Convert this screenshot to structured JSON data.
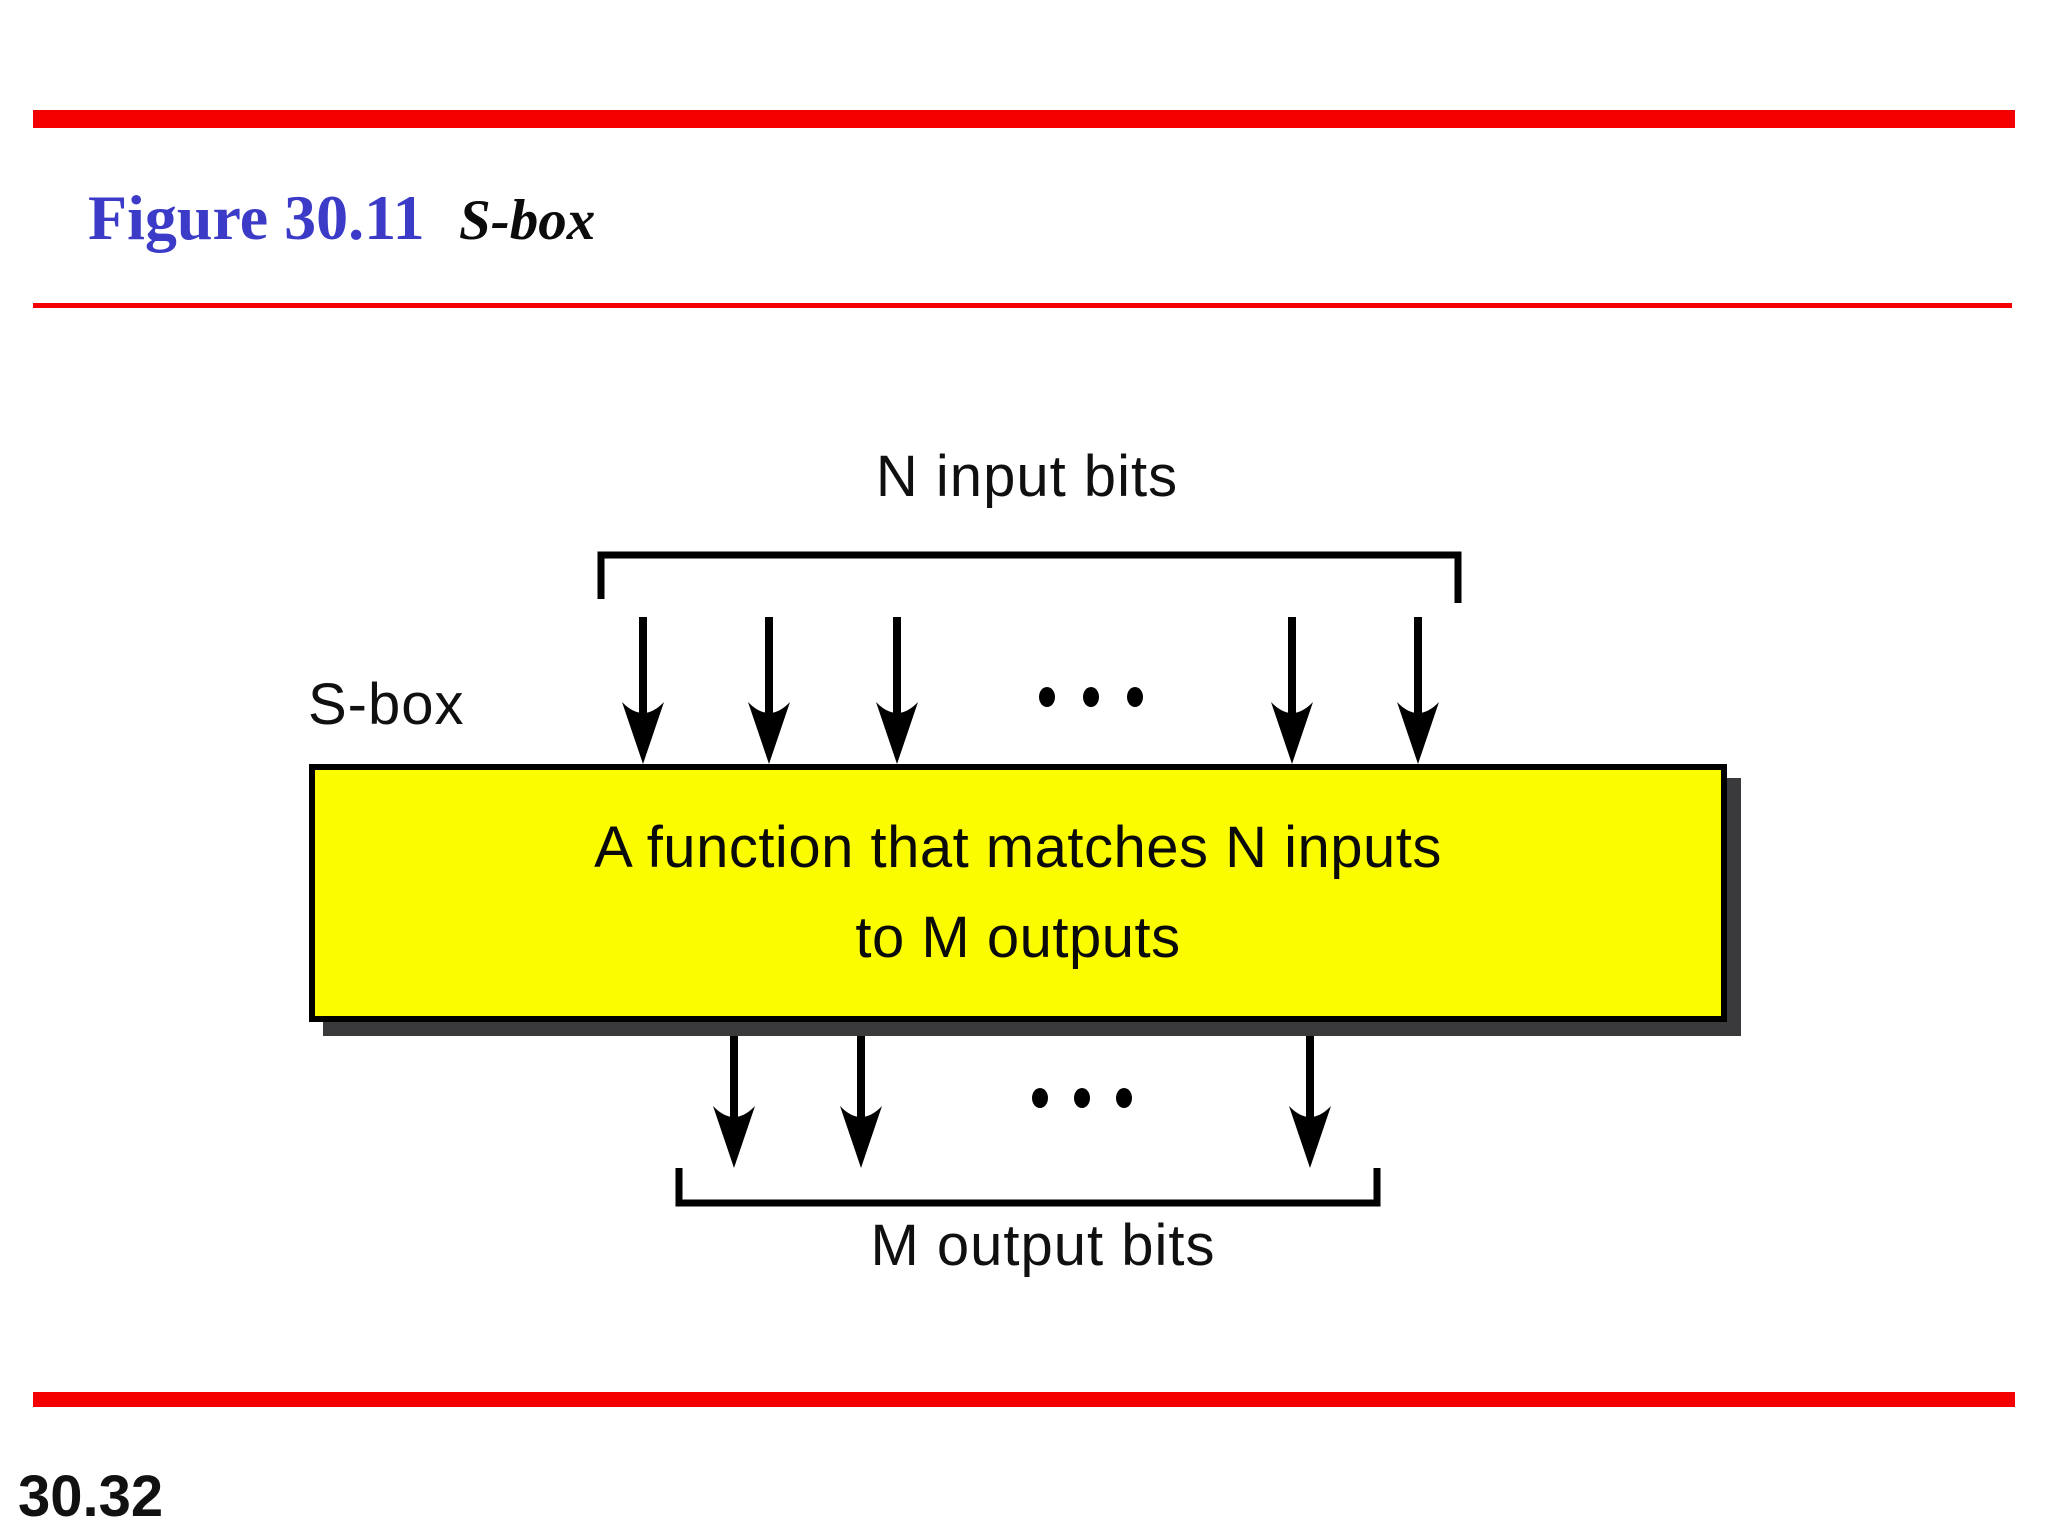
{
  "slide": {
    "figure_label": "Figure 30.11",
    "figure_title": "S-box",
    "page_number": "30.32"
  },
  "diagram": {
    "input_label": "N input bits",
    "sbox_label": "S-box",
    "box_line1": "A function that matches N inputs",
    "box_line2": "to M outputs",
    "output_label": "M output bits"
  },
  "colors": {
    "accent_red": "#f40000",
    "title_blue": "#3b3bc8",
    "box_yellow": "#fcfc00",
    "shadow_gray": "#3a3a3d"
  }
}
